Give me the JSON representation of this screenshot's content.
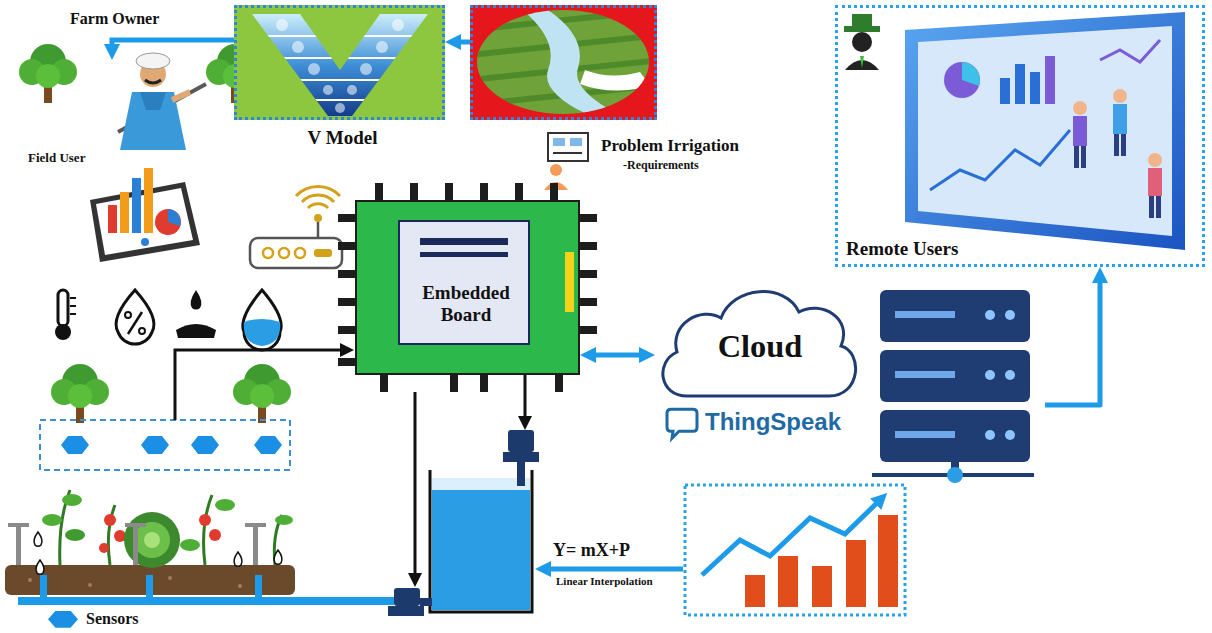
{
  "diagram": {
    "nodes": [
      {
        "text": [
          "V Model"
        ]
      },
      {
        "text": [
          "Problem Irrigation",
          "-Requirements"
        ]
      },
      {
        "text": [
          "Remote Users"
        ]
      },
      {
        "text": [
          "Embedded Board"
        ]
      },
      {
        "text": [
          "Cloud",
          "ThingSpeak"
        ]
      }
    ],
    "edges": [
      {
        "from": 1,
        "to": 0,
        "arrow": "to"
      },
      {
        "from": 3,
        "to": 4,
        "arrow": "both"
      },
      {
        "from": 4,
        "to": 2,
        "arrow": "to"
      }
    ],
    "labels": [
      "Farm Owner",
      "Field User",
      "Y= mX+P",
      "Linear Interpolation"
    ],
    "legend": [
      {
        "text": "Sensors",
        "color": "#1a8fe3"
      }
    ]
  }
}
